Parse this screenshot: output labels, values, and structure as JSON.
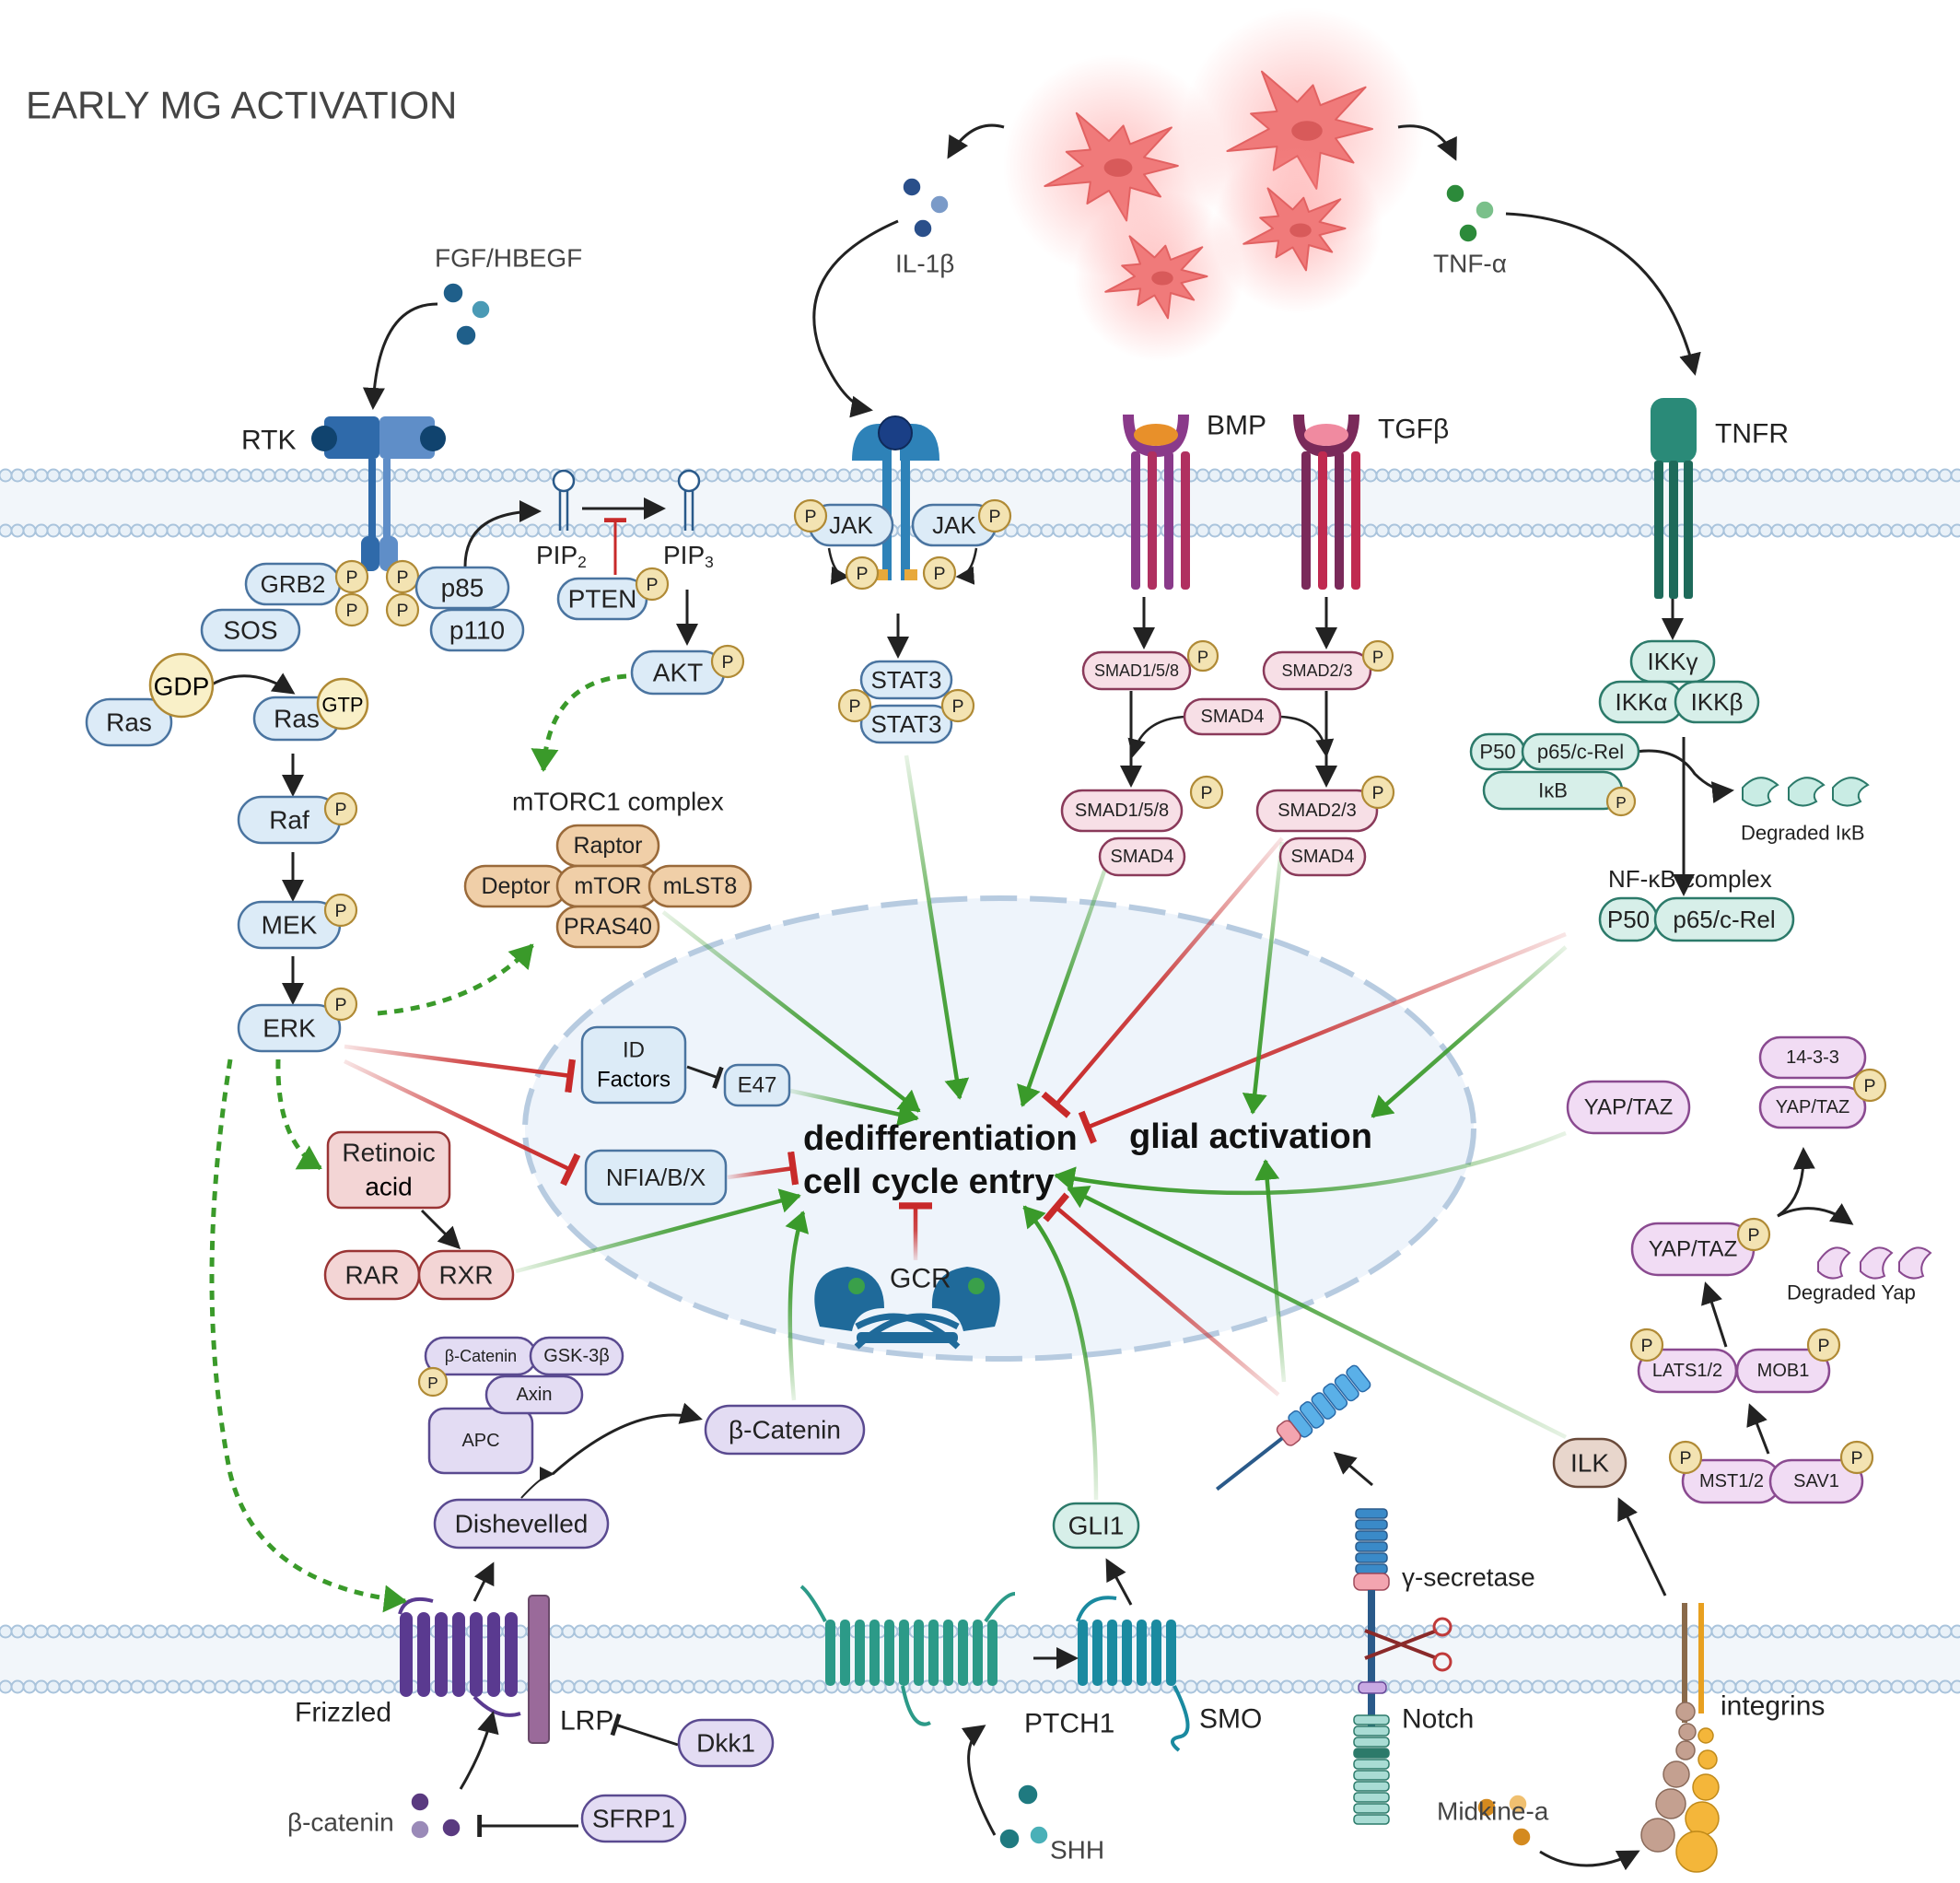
{
  "title": "EARLY MG ACTIVATION",
  "ligands": {
    "fgf": "FGF/HBEGF",
    "il1b": "IL-1β",
    "tnfa": "TNF-α",
    "bmp": "BMP",
    "tgfb": "TGFβ",
    "shh": "SHH",
    "midkine": "Midkine-a",
    "bcatenin_lig": "β-catenin"
  },
  "receptors": {
    "rtk": "RTK",
    "tnfr": "TNFR",
    "frizzled": "Frizzled",
    "lrp": "LRP",
    "ptch1": "PTCH1",
    "smo": "SMO",
    "notch": "Notch",
    "integrins": "integrins",
    "gsecretase": "γ-secretase",
    "gcr": "GCR"
  },
  "nodes": {
    "grb2": "GRB2",
    "sos": "SOS",
    "gdp": "GDP",
    "gtp": "GTP",
    "ras": "Ras",
    "raf": "Raf",
    "mek": "MEK",
    "erk": "ERK",
    "p85": "p85",
    "p110": "p110",
    "pip2": "PIP",
    "pip2_sub": "2",
    "pip3": "PIP",
    "pip3_sub": "3",
    "pten": "PTEN",
    "akt": "AKT",
    "mtorc1": "mTORC1 complex",
    "raptor": "Raptor",
    "deptor": "Deptor",
    "mtor": "mTOR",
    "mlst8": "mLST8",
    "pras40": "PRAS40",
    "jak": "JAK",
    "stat3": "STAT3",
    "smad158": "SMAD1/5/8",
    "smad23": "SMAD2/3",
    "smad4": "SMAD4",
    "ikkg": "IKKγ",
    "ikka": "IKKα",
    "ikkb": "IKKβ",
    "p50": "P50",
    "p65": "p65/c-Rel",
    "ikb": "IκB",
    "deg_ikb": "Degraded IκB",
    "nfkb": "NF-κB complex",
    "id1": "ID",
    "id2": "Factors",
    "e47": "E47",
    "nfia": "NFIA/B/X",
    "ra1": "Retinoic",
    "ra2": "acid",
    "rar": "RAR",
    "rxr": "RXR",
    "bcat": "β-Catenin",
    "gsk3b": "GSK-3β",
    "axin": "Axin",
    "apc": "APC",
    "dvl": "Dishevelled",
    "dkk1": "Dkk1",
    "sfrp1": "SFRP1",
    "gli1": "GLI1",
    "ilk": "ILK",
    "yaptaz": "YAP/TAZ",
    "p1433": "14-3-3",
    "deg_yap": "Degraded Yap",
    "lats": "LATS1/2",
    "mob1": "MOB1",
    "mst": "MST1/2",
    "sav1": "SAV1",
    "phos": "P"
  },
  "outcomes": {
    "dediff": "dedifferentiation",
    "cellcycle": "cell cycle entry",
    "glial": "glial activation"
  },
  "colors": {
    "activation": "#3a9a2a",
    "inhibition": "#c82a2a",
    "arrow": "#222222",
    "membrane": "#aac4dc",
    "blue_fill": "#dcebf7",
    "blue_stroke": "#4a74a0",
    "phos_fill": "#f3e3b2",
    "phos_stroke": "#b08a35",
    "orange_fill": "#f0cfa8",
    "orange_stroke": "#9a6a3a",
    "pink_fill": "#f7dfe6",
    "pink_stroke": "#8a3a5a",
    "teal_fill": "#d7efe9",
    "teal_stroke": "#2c7a6a",
    "red_fill": "#f3d5d5",
    "red_stroke": "#9a3535",
    "purple_fill": "#e3dcf3",
    "purple_stroke": "#5a4a90",
    "violet_fill": "#f1dcf4",
    "violet_stroke": "#8a4a90",
    "brown_fill": "#e8d6cc",
    "brown_stroke": "#6a4a3a",
    "nucleus": "#eef4fb"
  }
}
